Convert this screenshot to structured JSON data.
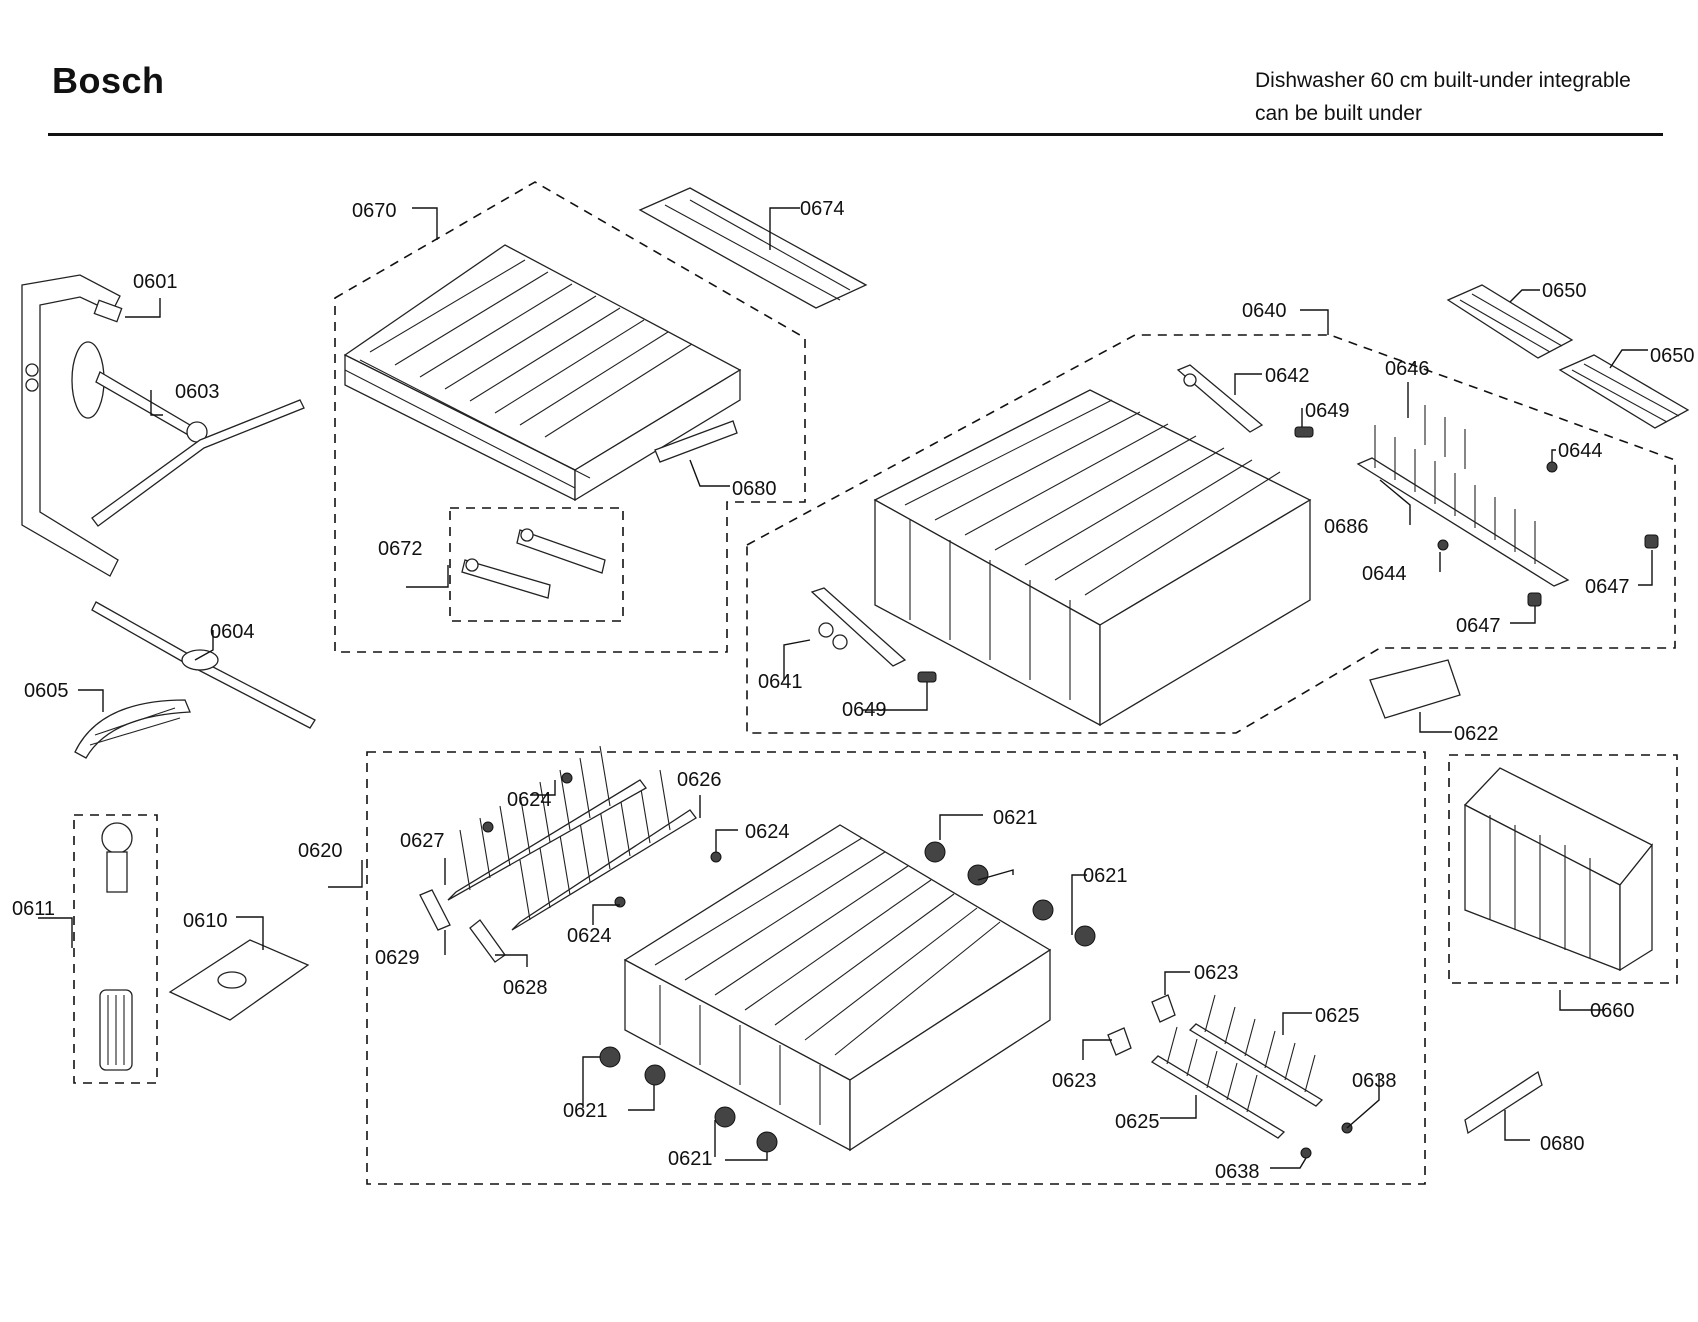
{
  "header": {
    "brand": "Bosch",
    "description_line1": "Dishwasher 60 cm built-under integrable",
    "description_line2": "can be built under"
  },
  "callouts": {
    "c0601": "0601",
    "c0603": "0603",
    "c0604": "0604",
    "c0605": "0605",
    "c0611": "0611",
    "c0610": "0610",
    "c0670": "0670",
    "c0674": "0674",
    "c0680a": "0680",
    "c0672": "0672",
    "c0640": "0640",
    "c0642": "0642",
    "c0649a": "0649",
    "c0646": "0646",
    "c0650a": "0650",
    "c0650b": "0650",
    "c0644a": "0644",
    "c0686": "0686",
    "c0644b": "0644",
    "c0647a": "0647",
    "c0647b": "0647",
    "c0641": "0641",
    "c0649b": "0649",
    "c0622": "0622",
    "c0620": "0620",
    "c0624a": "0624",
    "c0626": "0626",
    "c0624b": "0624",
    "c0627": "0627",
    "c0624c": "0624",
    "c0629": "0629",
    "c0628": "0628",
    "c0621a": "0621",
    "c0621b": "0621",
    "c0621c": "0621",
    "c0621d": "0621",
    "c0623a": "0623",
    "c0623b": "0623",
    "c0625a": "0625",
    "c0625b": "0625",
    "c0638a": "0638",
    "c0638b": "0638",
    "c0660": "0660",
    "c0680b": "0680"
  }
}
